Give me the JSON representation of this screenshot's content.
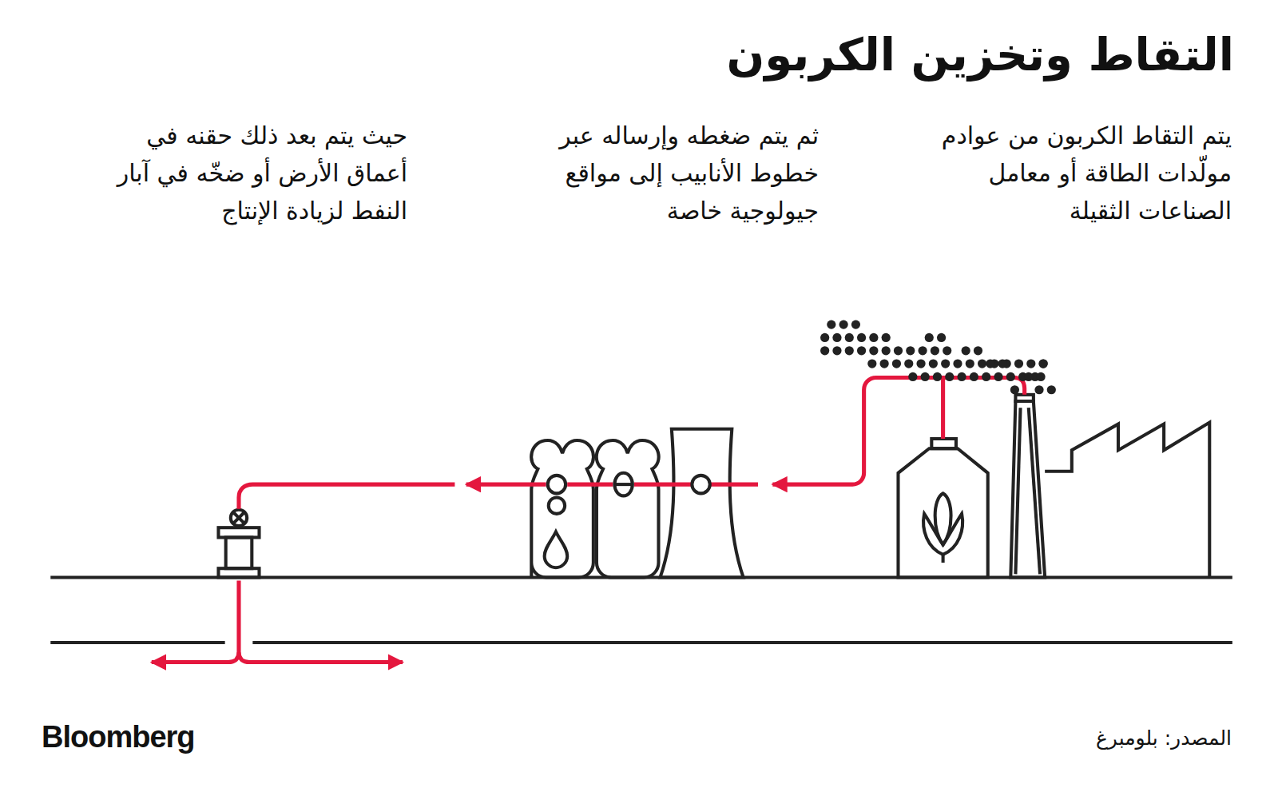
{
  "diagram": {
    "title": "التقاط وتخزين الكربون",
    "caption": "المصدر: بلومبرغ",
    "labels": [
      "يتم التقاط الكربون من عوادم مولّدات الطاقة أو معامل الصناعات الثقيلة",
      "ثم يتم ضغطه وإرساله عبر خطوط الأنابيب إلى مواقع جيولوجية خاصة",
      "حيث يتم بعد ذلك حقنه في أعماق الأرض أو ضخّه في آبار النفط لزيادة الإنتاج",
      "Bloomberg"
    ]
  }
}
